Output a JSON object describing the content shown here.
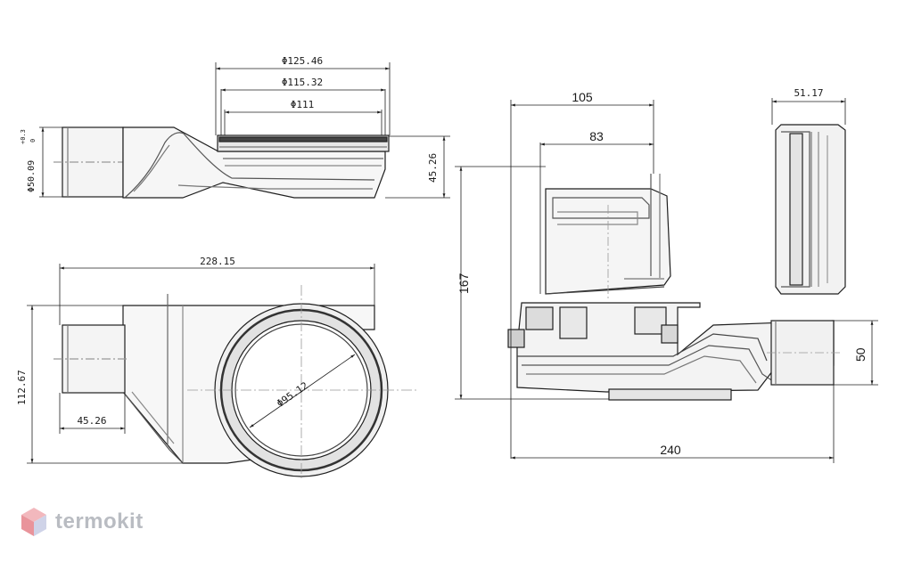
{
  "dimensions": {
    "top_view_d1": "Φ125.46",
    "top_view_d2": "Φ115.32",
    "top_view_d3": "Φ111",
    "top_view_pipe": "Φ50.09",
    "top_view_pipe_tol_upper": "+0.3",
    "top_view_pipe_tol_lower": "0",
    "top_view_height": "45.26",
    "plan_length": "228.15",
    "plan_width": "112.67",
    "plan_pipe_length": "45.26",
    "plan_circle": "Φ95.12",
    "side_width_105": "105",
    "side_width_83": "83",
    "side_height_167": "167",
    "side_pipe_50": "50",
    "side_length_240": "240",
    "end_width": "51.17"
  },
  "logo": {
    "text": "termokit",
    "colors": {
      "text": "#b9bcc2",
      "hex_top": "#f2b8bd",
      "hex_left": "#e9949b",
      "hex_right": "#cfd3e8"
    }
  },
  "colors": {
    "line": "#1f1f1f",
    "light_line": "#8a8a8a",
    "fill_grey": "#ececec"
  }
}
